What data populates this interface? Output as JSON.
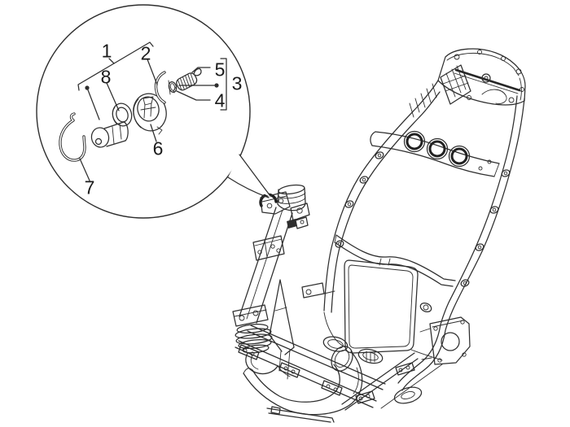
{
  "figure": {
    "type": "exploded-parts-diagram",
    "description": "line-art scooter frame with circular callout balloon showing lock hardware parts"
  },
  "colors": {
    "line": "#2e2e2e",
    "label": "#1b1b1b",
    "background": "#ffffff"
  },
  "labels": [
    {
      "text": "1"
    },
    {
      "text": "2"
    },
    {
      "text": "3"
    },
    {
      "text": "4"
    },
    {
      "text": "5"
    },
    {
      "text": "6"
    },
    {
      "text": "7"
    },
    {
      "text": "8"
    }
  ]
}
